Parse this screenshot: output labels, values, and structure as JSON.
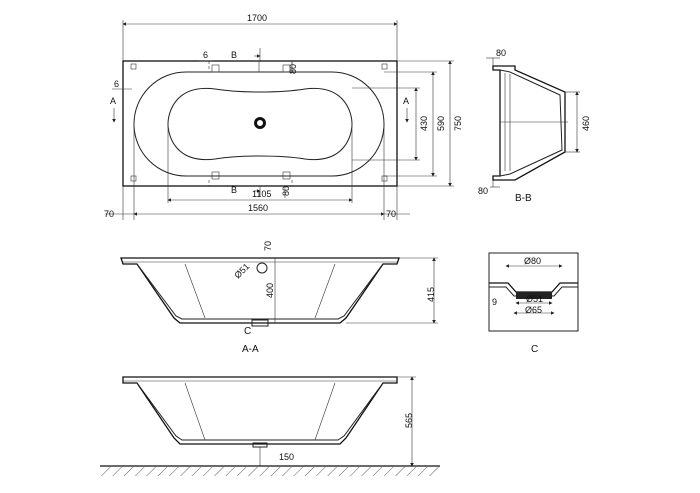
{
  "plan": {
    "dims": {
      "total_length": "1700",
      "inner_length": "1560",
      "bottom_length": "1105",
      "rim_left": "70",
      "rim_right": "70",
      "total_width": "750",
      "inner_width": "590",
      "bottom_width": "430",
      "offset_top": "80",
      "offset_bottom": "80",
      "edge_6_top": "6",
      "edge_6_left": "6"
    },
    "section_marks": {
      "b_top": "B",
      "b_bottom": "B",
      "a_left": "A",
      "a_right": "A"
    }
  },
  "side_bb": {
    "dims": {
      "top": "80",
      "bottom": "80",
      "height": "460"
    },
    "caption": "B-B"
  },
  "section_aa": {
    "dims": {
      "diameter": "Ø51",
      "rim": "70",
      "depth": "400",
      "height": "415"
    },
    "detail_mark": "C",
    "caption": "A-A"
  },
  "detail_c": {
    "dims": {
      "outer": "Ø80",
      "mid": "Ø51",
      "inner": "Ø65",
      "thickness": "9"
    },
    "caption": "C"
  },
  "elevation": {
    "dims": {
      "height": "565",
      "feet": "150"
    }
  }
}
